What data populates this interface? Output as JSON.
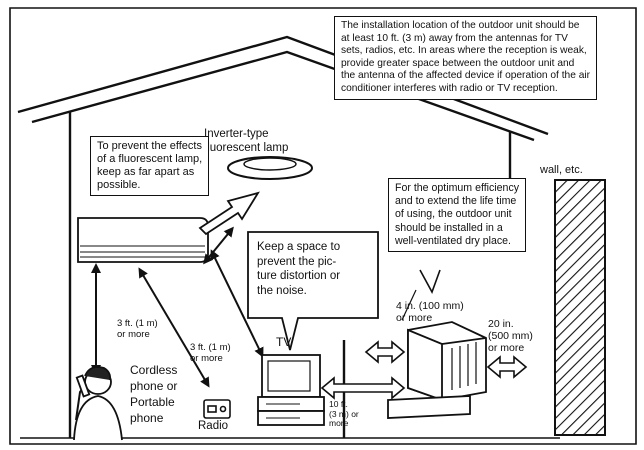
{
  "diagram": {
    "top_note": "The installation location of the outdoor unit should be\nat least 10 ft. (3 m) away from the antennas for TV\nsets, radios, etc. In areas where the reception is weak,\nprovide greater space between the outdoor unit and\nthe antenna of the affected device if operation of the air\nconditioner interferes with radio or TV reception.",
    "lamp_label": "Inverter-type\nfluorescent lamp",
    "lamp_note": "To prevent the effects\nof a fluorescent lamp,\nkeep as far apart as\npossible.",
    "tv_note": "Keep a space to\nprevent the pic-\nture distortion or\nthe noise.",
    "outdoor_note": "For the optimum efficiency\nand to extend the life time\nof using, the outdoor unit\nshould be installed in a\nwell-ventilated dry place.",
    "wall_label": "wall, etc.",
    "dist_phone": "3 ft. (1 m)\nor more",
    "dist_radio": "3 ft. (1 m)\nor more",
    "dist_front": "4 in. (100 mm)\nor more",
    "dist_back": "20 in.\n(500 mm)\nor more",
    "dist_tv": "10 ft.\n(3 m) or\nmore",
    "tv_label": "TV",
    "phone_label": "Cordless\nphone or\nPortable\nphone",
    "radio_label": "Radio",
    "line_color": "#111111"
  }
}
